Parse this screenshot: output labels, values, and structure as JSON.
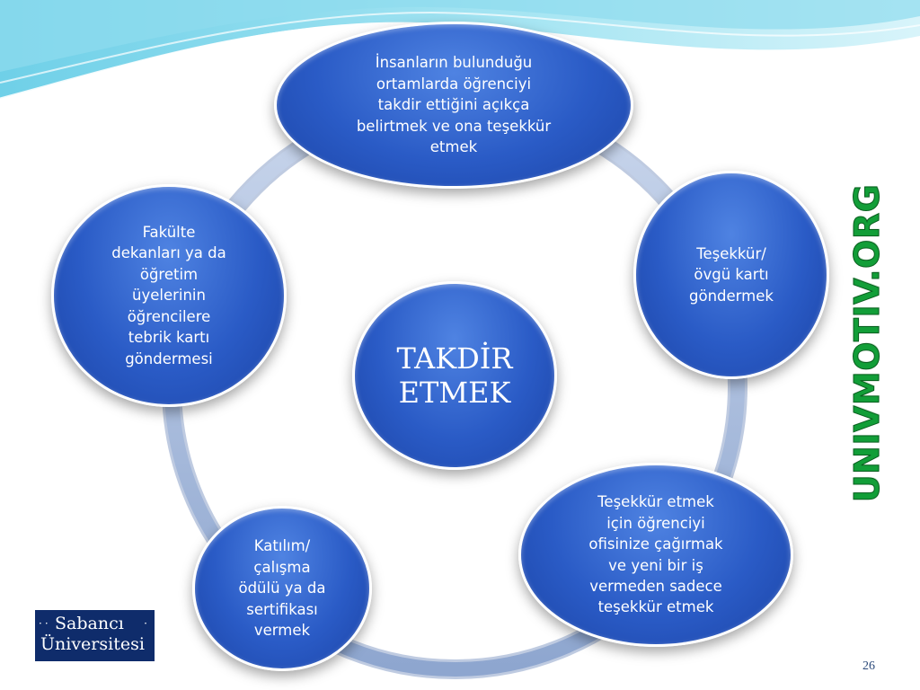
{
  "diagram": {
    "center": "TAKDİR\nETMEK",
    "nodes": [
      "İnsanların bulunduğu\nortamlarda öğrenciyi\ntakdir ettiğini açıkça\nbelirtmek ve ona teşekkür\netmek",
      "Teşekkür/\növgü kartı\ngöndermek",
      "Teşekkür etmek\niçin öğrenciyi\nofisinize çağırmak\nve yeni bir  iş\nvermeden sadece\nteşekkür etmek",
      "Katılım/\nçalışma\nödülü ya da\nsertifikası\nvermek",
      "Fakülte\ndekanları ya da\nöğretim\nüyelerinin\nöğrencilere\ntebrik kartı\ngöndermesi"
    ]
  },
  "watermark": "UNIVMOTIV.ORG",
  "logo": {
    "line1": "Sabancı",
    "line2": "Üniversitesi"
  },
  "page_number": "26",
  "colors": {
    "node_fill": "#2a5bc6",
    "ring": "#aebfdd",
    "watermark": "#129e38",
    "logo_bg": "#0f2c6b"
  }
}
